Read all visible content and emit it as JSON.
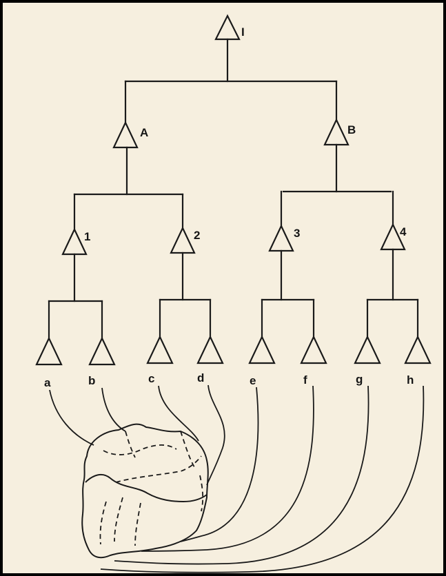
{
  "diagram": {
    "root_label": "I",
    "mid_labels": [
      "A",
      "B"
    ],
    "group_labels": [
      "1",
      "2",
      "3",
      "4"
    ],
    "leaf_labels": [
      "a",
      "b",
      "c",
      "d",
      "e",
      "f",
      "g",
      "h"
    ]
  },
  "colors": {
    "paper": "#f6efdf",
    "ink": "#1a1a1a",
    "frame": "#000000"
  }
}
